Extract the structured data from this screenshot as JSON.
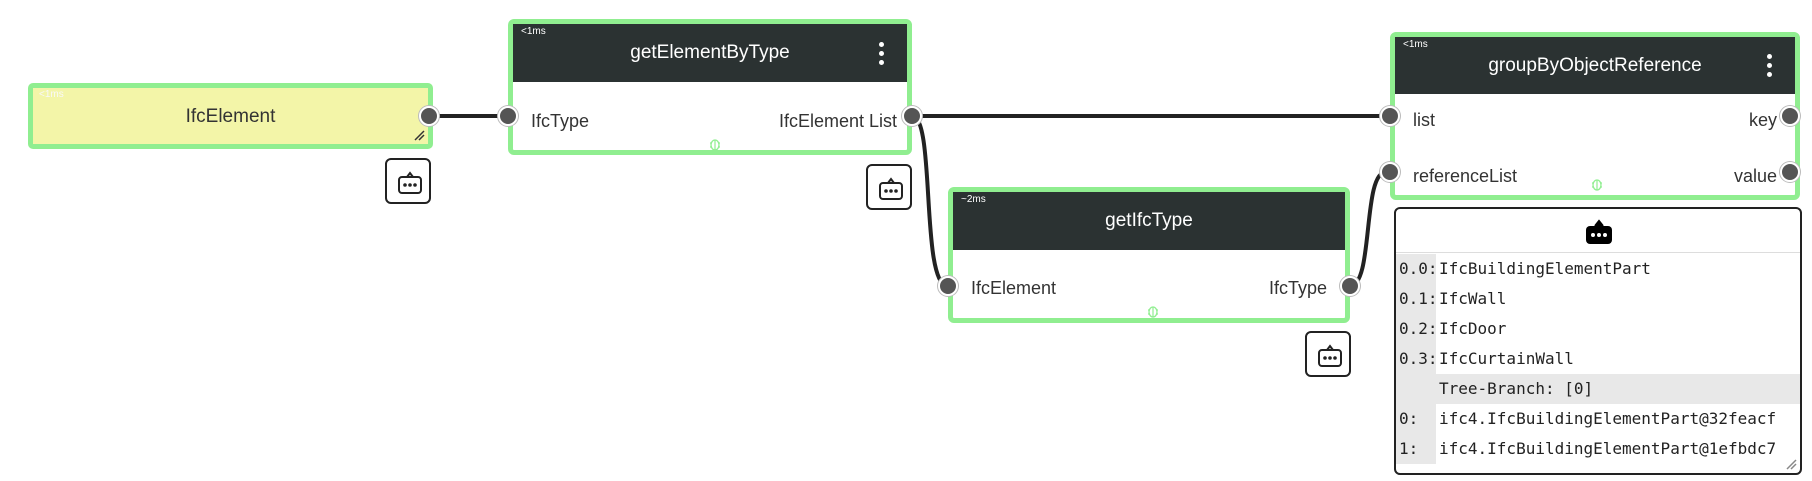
{
  "canvas": {
    "background": "#ffffff",
    "node_border": "#90ee90",
    "header_bg": "#2b3232",
    "value_bg": "#f3f5a8",
    "wire": "#222222"
  },
  "value_node": {
    "title": "IfcElement",
    "timing": "<1ms"
  },
  "nodes": {
    "getElementByType": {
      "title": "getElementByType",
      "timing": "<1ms",
      "input": "IfcType",
      "output": "IfcElement List"
    },
    "getIfcType": {
      "title": "getIfcType",
      "timing": "~2ms",
      "input": "IfcElement",
      "output": "IfcType"
    },
    "groupByObjectReference": {
      "title": "groupByObjectReference",
      "timing": "<1ms",
      "inputs": [
        "list",
        "referenceList"
      ],
      "outputs": [
        "key",
        "value"
      ]
    }
  },
  "watch": {
    "rows": [
      {
        "index": "0.0:",
        "value": "IfcBuildingElementPart"
      },
      {
        "index": "0.1:",
        "value": "IfcWall"
      },
      {
        "index": "0.2:",
        "value": "IfcDoor"
      },
      {
        "index": "0.3:",
        "value": "IfcCurtainWall"
      },
      {
        "index": "",
        "value": "Tree-Branch: [0]",
        "branch": true
      },
      {
        "index": "0:",
        "value": "ifc4.IfcBuildingElementPart@32feacf"
      },
      {
        "index": "1:",
        "value": "ifc4.IfcBuildingElementPart@1efbdc7"
      }
    ]
  }
}
